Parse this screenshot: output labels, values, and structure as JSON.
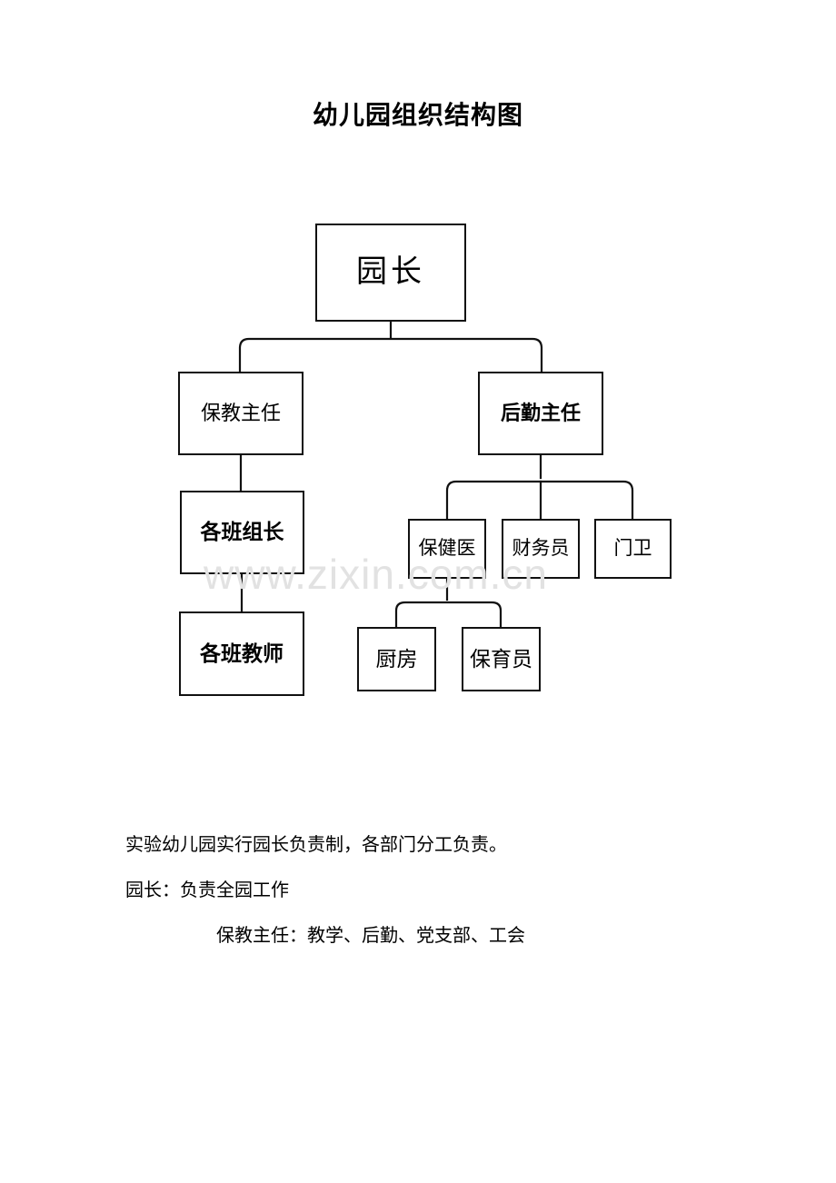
{
  "document": {
    "title": "幼儿园组织结构图"
  },
  "watermark": {
    "text": "www.zixin.com.cn",
    "color": "#e2e2e2"
  },
  "chart_data": {
    "type": "diagram",
    "title": "幼儿园组织结构图",
    "nodes": [
      {
        "id": "root",
        "label": "园长",
        "level": 0
      },
      {
        "id": "baojiao",
        "label": "保教主任",
        "level": 1
      },
      {
        "id": "houqin",
        "label": "后勤主任",
        "level": 1
      },
      {
        "id": "banzu",
        "label": "各班组长",
        "level": 2
      },
      {
        "id": "banjiao",
        "label": "各班教师",
        "level": 3
      },
      {
        "id": "health",
        "label": "保健医",
        "level": 2
      },
      {
        "id": "finance",
        "label": "财务员",
        "level": 2
      },
      {
        "id": "guard",
        "label": "门卫",
        "level": 2
      },
      {
        "id": "kitchen",
        "label": "厨房",
        "level": 3
      },
      {
        "id": "nurse",
        "label": "保育员",
        "level": 3
      }
    ],
    "edges": [
      {
        "from": "root",
        "to": "baojiao"
      },
      {
        "from": "root",
        "to": "houqin"
      },
      {
        "from": "baojiao",
        "to": "banzu"
      },
      {
        "from": "banzu",
        "to": "banjiao"
      },
      {
        "from": "houqin",
        "to": "health"
      },
      {
        "from": "houqin",
        "to": "finance"
      },
      {
        "from": "houqin",
        "to": "guard"
      },
      {
        "from": "health",
        "to": "kitchen"
      },
      {
        "from": "health",
        "to": "nurse"
      }
    ]
  },
  "body": {
    "paragraph_1": "实验幼儿园实行园长负责制，各部门分工负责。",
    "paragraph_2": "园长：负责全园工作",
    "paragraph_3": "保教主任：教学、后勤、党支部、工会"
  },
  "colors": {
    "box_border": "#111111",
    "text": "#000000",
    "background": "#ffffff"
  }
}
